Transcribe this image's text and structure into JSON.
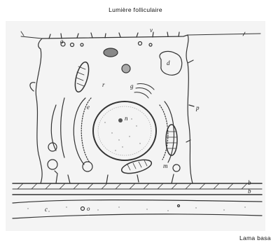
{
  "captions": {
    "top": "Lumière  folliculaire",
    "bottom": "Lama  basale"
  },
  "labels": {
    "a": "a",
    "v": "v",
    "d": "d",
    "g": "g",
    "r": "r",
    "e": "e",
    "n": "n",
    "m": "m",
    "p": "p",
    "b1": "b",
    "b2": "b",
    "c": "c",
    "o": "o"
  },
  "colors": {
    "ink": "#333333",
    "paper": "#ffffff",
    "panel": "#f4f4f4"
  }
}
